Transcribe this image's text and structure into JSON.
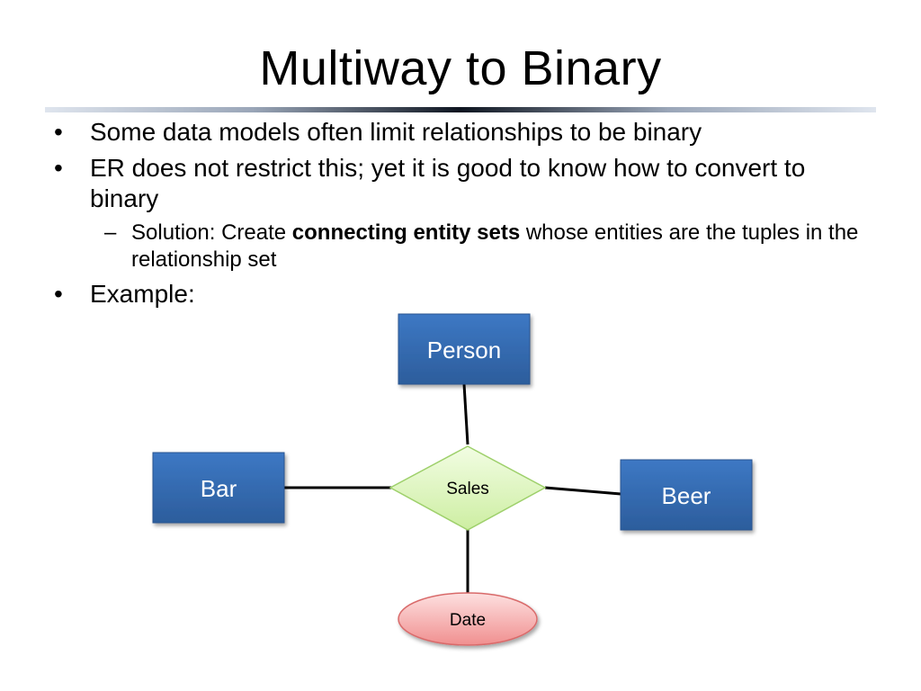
{
  "slide": {
    "title": "Multiway to Binary",
    "bullets": [
      "Some data models often limit relationships to be binary",
      "ER does not restrict this; yet it is good to know how to convert to binary",
      "Example:"
    ],
    "sub_bullet": {
      "prefix": "Solution: Create ",
      "bold": "connecting entity sets",
      "suffix": " whose entities are the tuples in the relationship set"
    },
    "bullet_marker": "•",
    "sub_bullet_marker": "–"
  },
  "diagram": {
    "entities": {
      "person": "Person",
      "bar": "Bar",
      "beer": "Beer"
    },
    "relationship": "Sales",
    "attribute": "Date",
    "colors": {
      "entity_fill": "#3a6fb5",
      "entity_text": "#ffffff",
      "relationship_fill": "#e4f7c5",
      "relationship_stroke": "#9ed06b",
      "attribute_fill": "#f7a5a5",
      "attribute_stroke": "#d96b6b",
      "connector": "#000000"
    }
  }
}
